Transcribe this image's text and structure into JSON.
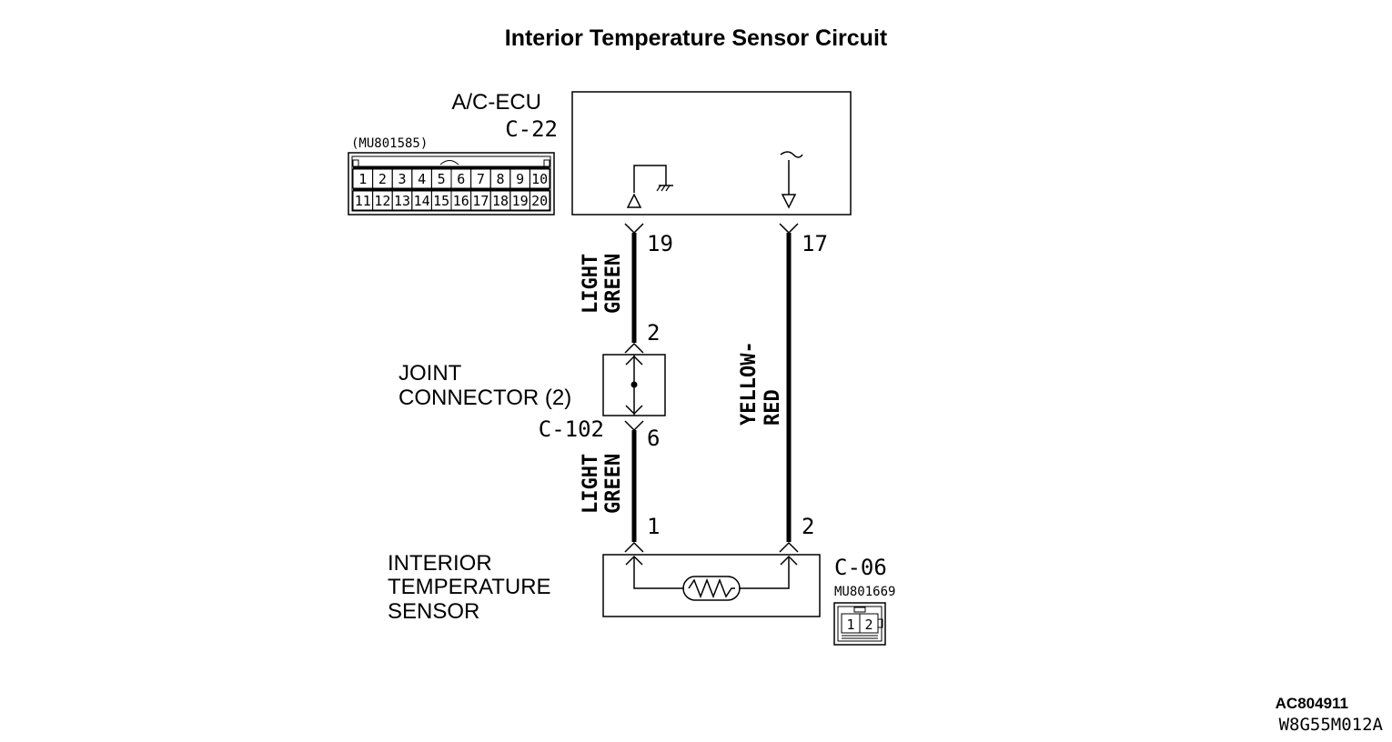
{
  "title": "Interior Temperature Sensor Circuit",
  "ecu": {
    "name": "A/C-ECU",
    "connector_id": "C-22",
    "part_number": "(MU801585)",
    "cavities_top": [
      "1",
      "2",
      "3",
      "4",
      "5",
      "6",
      "7",
      "8",
      "9",
      "10"
    ],
    "cavities_bottom": [
      "11",
      "12",
      "13",
      "14",
      "15",
      "16",
      "17",
      "18",
      "19",
      "20"
    ],
    "pin_left": "19",
    "pin_right": "17"
  },
  "wires": {
    "upper_left_color": [
      "LIGHT",
      "GREEN"
    ],
    "lower_left_color": [
      "LIGHT",
      "GREEN"
    ],
    "right_color": [
      "YELLOW-",
      "RED"
    ]
  },
  "joint_connector": {
    "name_line1": "JOINT",
    "name_line2": "CONNECTOR (2)",
    "connector_id": "C-102",
    "pin_top": "2",
    "pin_bottom": "6"
  },
  "sensor": {
    "name_line1": "INTERIOR",
    "name_line2": "TEMPERATURE",
    "name_line3": "SENSOR",
    "connector_id": "C-06",
    "part_number": "MU801669",
    "pin_left": "1",
    "pin_right": "2",
    "cavities": [
      "1",
      "2"
    ]
  },
  "codes": {
    "line1": "AC804911",
    "line2": "W8G55M012A"
  }
}
